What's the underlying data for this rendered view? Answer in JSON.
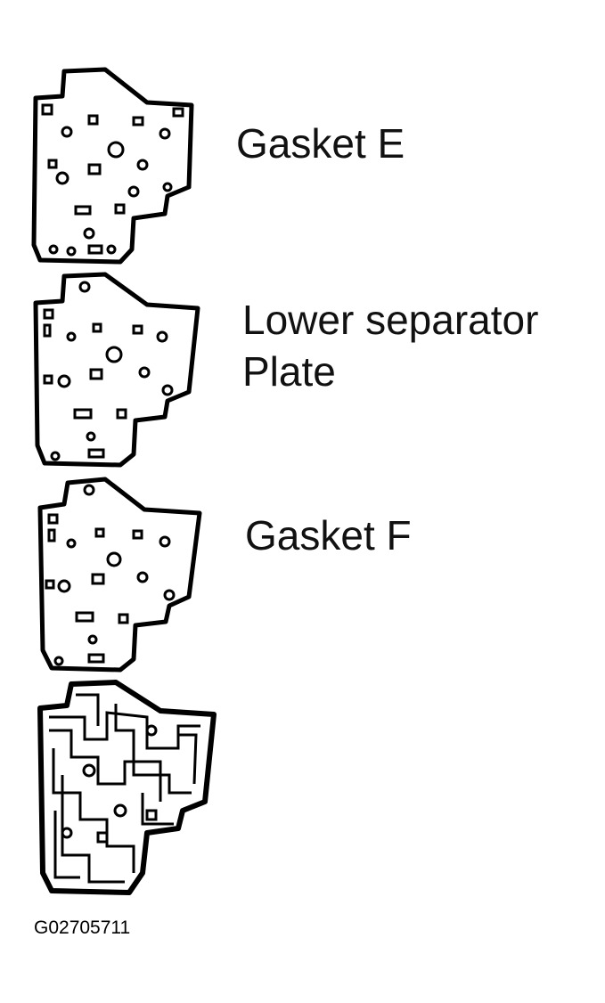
{
  "parts": [
    {
      "id": "gasket-e",
      "label_lines": [
        "Gasket E"
      ]
    },
    {
      "id": "lower-separator-plate",
      "label_lines": [
        "Lower separator",
        "Plate"
      ]
    },
    {
      "id": "gasket-f",
      "label_lines": [
        "Gasket F"
      ]
    },
    {
      "id": "valve-body",
      "label_lines": []
    }
  ],
  "figure_id": "G02705711",
  "colors": {
    "stroke": "#000000",
    "background": "#ffffff"
  }
}
